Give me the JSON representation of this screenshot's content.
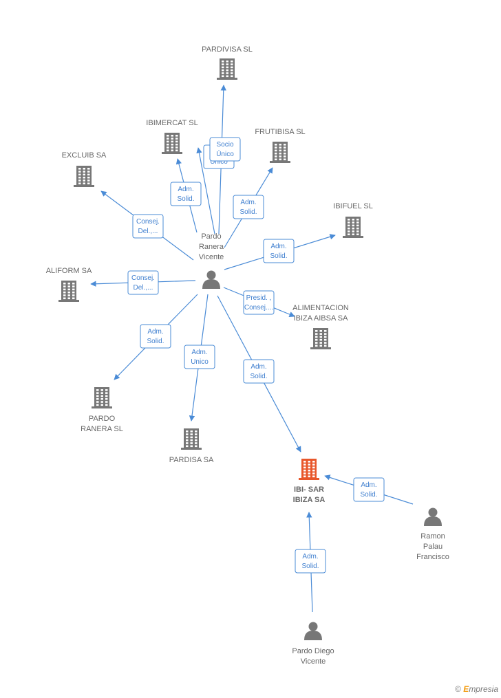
{
  "colors": {
    "edge": "#4a8bd6",
    "building": "#777777",
    "building_highlight": "#e8572b",
    "person": "#777777",
    "label": "#666666"
  },
  "nodes": [
    {
      "id": "pardivisa",
      "type": "company",
      "lines": [
        "PARDIVISA SL"
      ]
    },
    {
      "id": "ibimercat",
      "type": "company",
      "lines": [
        "IBIMERCAT SL"
      ]
    },
    {
      "id": "frutibisa",
      "type": "company",
      "lines": [
        "FRUTIBISA SL"
      ]
    },
    {
      "id": "excluib",
      "type": "company",
      "lines": [
        "EXCLUIB SA"
      ]
    },
    {
      "id": "ibifuel",
      "type": "company",
      "lines": [
        "IBIFUEL SL"
      ]
    },
    {
      "id": "aliform",
      "type": "company",
      "lines": [
        "ALIFORM SA"
      ]
    },
    {
      "id": "alimentacion",
      "type": "company",
      "lines": [
        "ALIMENTACION",
        "IBIZA AIBSA SA"
      ]
    },
    {
      "id": "pardoranera",
      "type": "company",
      "lines": [
        "PARDO",
        "RANERA SL"
      ]
    },
    {
      "id": "pardisa",
      "type": "company",
      "lines": [
        "PARDISA SA"
      ]
    },
    {
      "id": "ibisar",
      "type": "company_main",
      "lines": [
        "IBI- SAR",
        "IBIZA SA"
      ]
    },
    {
      "id": "pardo_ranera_vicente",
      "type": "person",
      "lines": [
        "Pardo",
        "Ranera",
        "Vicente"
      ]
    },
    {
      "id": "ramon",
      "type": "person",
      "lines": [
        "Ramon",
        "Palau",
        "Francisco"
      ]
    },
    {
      "id": "pardo_diego",
      "type": "person",
      "lines": [
        "Pardo Diego",
        "Vicente"
      ]
    }
  ],
  "edges": [
    {
      "from": "pardo_ranera_vicente",
      "to": "pardivisa",
      "lines": [
        "Socio",
        "Único"
      ]
    },
    {
      "from": "pardo_ranera_vicente",
      "to": "ibimercat",
      "lines": [
        "Adm.",
        "Solid."
      ]
    },
    {
      "from": "pardo_ranera_vicente",
      "to": "ibimercat",
      "lines": [
        "Adm.",
        "Unico"
      ],
      "hidden_label": true
    },
    {
      "from": "pardo_ranera_vicente",
      "to": "frutibisa",
      "lines": [
        "Adm.",
        "Solid."
      ]
    },
    {
      "from": "pardo_ranera_vicente",
      "to": "excluib",
      "lines": [
        "Consej.",
        "Del.,..."
      ]
    },
    {
      "from": "pardo_ranera_vicente",
      "to": "ibifuel",
      "lines": [
        "Adm.",
        "Solid."
      ]
    },
    {
      "from": "pardo_ranera_vicente",
      "to": "aliform",
      "lines": [
        "Consej.",
        "Del.,..."
      ]
    },
    {
      "from": "pardo_ranera_vicente",
      "to": "alimentacion",
      "lines": [
        "Presid. ,",
        "Consej...."
      ]
    },
    {
      "from": "pardo_ranera_vicente",
      "to": "pardoranera",
      "lines": [
        "Adm.",
        "Solid."
      ]
    },
    {
      "from": "pardo_ranera_vicente",
      "to": "pardisa",
      "lines": [
        "Adm.",
        "Unico"
      ]
    },
    {
      "from": "pardo_ranera_vicente",
      "to": "ibisar",
      "lines": [
        "Adm.",
        "Solid."
      ]
    },
    {
      "from": "ramon",
      "to": "ibisar",
      "lines": [
        "Adm.",
        "Solid."
      ]
    },
    {
      "from": "pardo_diego",
      "to": "ibisar",
      "lines": [
        "Adm.",
        "Solid."
      ]
    }
  ],
  "footer": {
    "copyright": "©",
    "brand_initial": "E",
    "brand_rest": "mpresia"
  }
}
